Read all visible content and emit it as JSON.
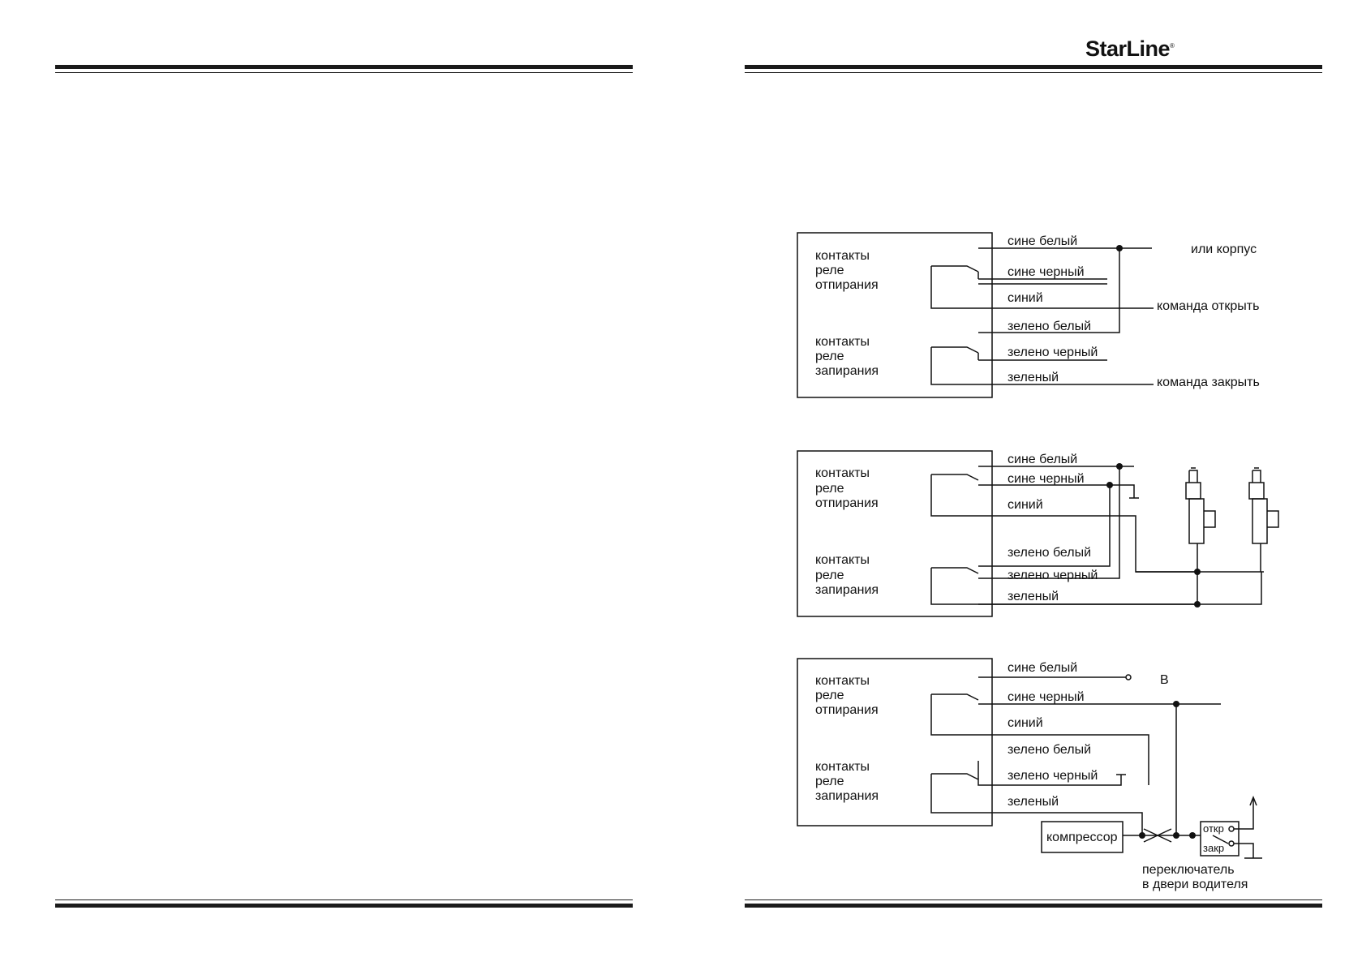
{
  "logo": {
    "text": "StarLine",
    "mark": "®"
  },
  "diagram1": {
    "relay_unlock": [
      "контакты",
      "реле",
      "отпирания"
    ],
    "relay_lock": [
      "контакты",
      "реле",
      "запирания"
    ],
    "wires": [
      "сине белый",
      "сине черный",
      "синий",
      "зелено белый",
      "зелено черный",
      "зеленый"
    ],
    "ground_note": "или корпус",
    "cmd_open": "команда открыть",
    "cmd_close": "команда закрыть"
  },
  "diagram2": {
    "relay_unlock": [
      "контакты",
      "реле",
      "отпирания"
    ],
    "relay_lock": [
      "контакты",
      "реле",
      "запирания"
    ],
    "wires": [
      "сине белый",
      "сине черный",
      "синий",
      "зелено белый",
      "зелено черный",
      "зеленый"
    ]
  },
  "diagram3": {
    "relay_unlock": [
      "контакты",
      "реле",
      "отпирания"
    ],
    "relay_lock": [
      "контакты",
      "реле",
      "запирания"
    ],
    "wires": [
      "сине белый",
      "сине черный",
      "синий",
      "зелено белый",
      "зелено черный",
      "зеленый"
    ],
    "terminal_b": "В",
    "compressor": "компрессор",
    "switch_open": "откр",
    "switch_close": "закр",
    "switch_caption": [
      "переключатель",
      "в двери водителя"
    ]
  }
}
